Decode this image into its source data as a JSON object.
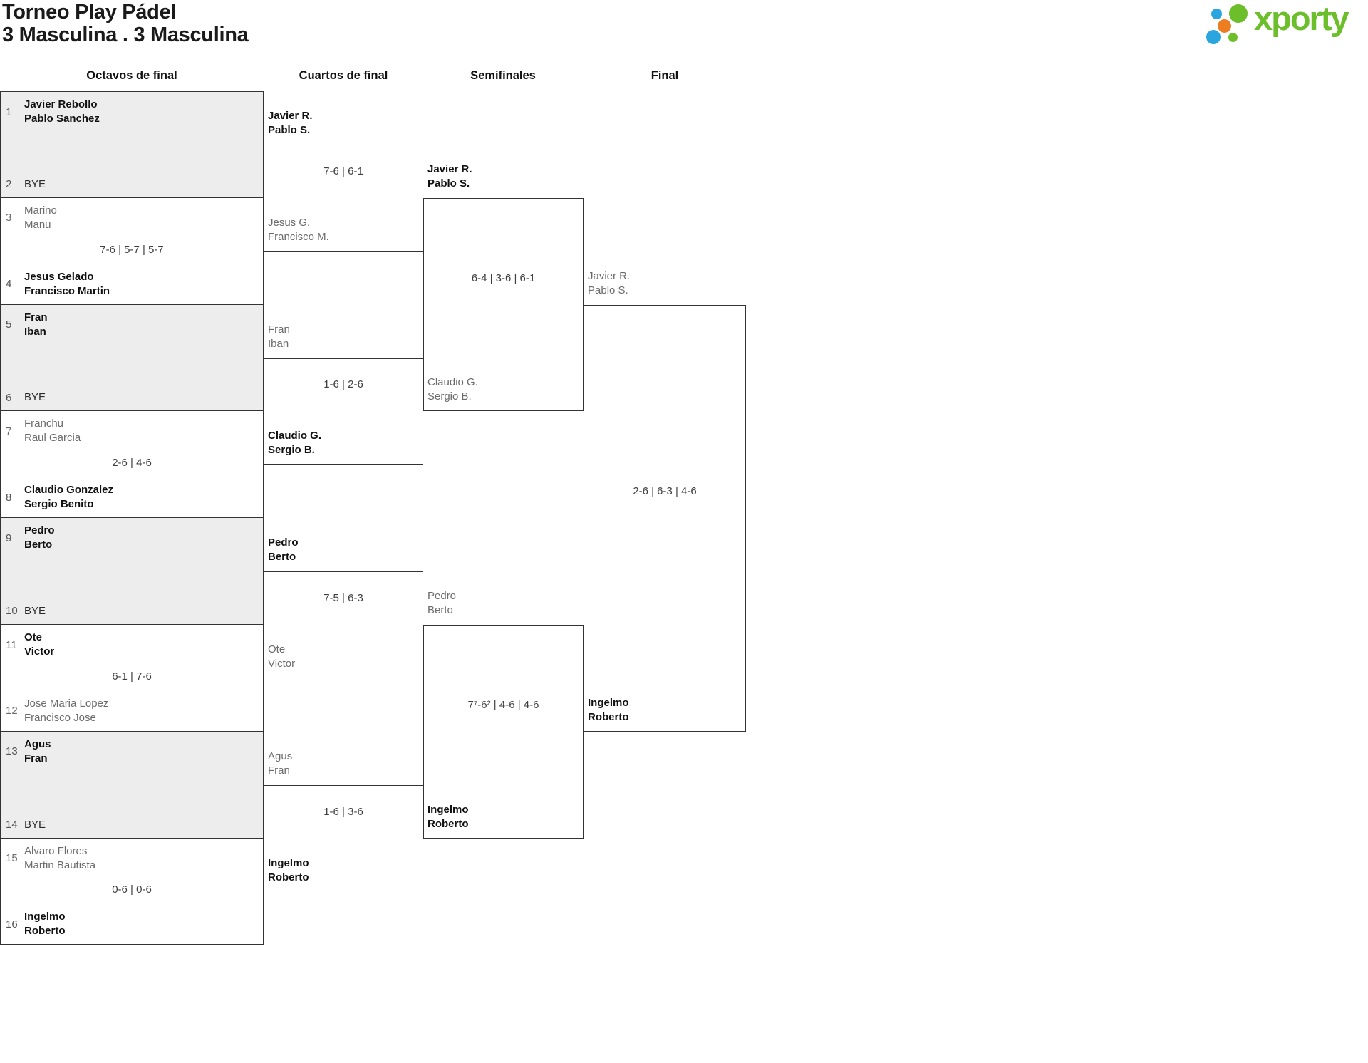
{
  "title": {
    "line1": "Torneo Play Pádel",
    "line2": "3 Masculina . 3 Masculina"
  },
  "logo": {
    "text": "xporty",
    "colors": {
      "green": "#6cbe2b",
      "blue": "#2aa5de",
      "orange": "#ec7d21"
    }
  },
  "round_headers": [
    "Octavos de final",
    "Cuartos de final",
    "Semifinales",
    "Final"
  ],
  "status_colors": {
    "winner_text": "#111111",
    "loser_text": "#6b6b6b",
    "bye_text": "#2b2b2b",
    "score_text": "#3f3f3f",
    "box_border": "#333333",
    "bye_background": "#ededed"
  },
  "rounds": {
    "octavos": [
      {
        "bye": true,
        "score": "",
        "slots": [
          {
            "seed": "1",
            "names": [
              "Javier Rebollo",
              "Pablo Sanchez"
            ],
            "result": "winner"
          },
          {
            "seed": "2",
            "names": [
              "BYE"
            ],
            "result": "bye"
          }
        ]
      },
      {
        "bye": false,
        "score": "7-6 | 5-7 | 5-7",
        "slots": [
          {
            "seed": "3",
            "names": [
              "Marino",
              "Manu"
            ],
            "result": "loser"
          },
          {
            "seed": "4",
            "names": [
              "Jesus Gelado",
              "Francisco Martin"
            ],
            "result": "winner"
          }
        ]
      },
      {
        "bye": true,
        "score": "",
        "slots": [
          {
            "seed": "5",
            "names": [
              "Fran",
              "Iban"
            ],
            "result": "winner"
          },
          {
            "seed": "6",
            "names": [
              "BYE"
            ],
            "result": "bye"
          }
        ]
      },
      {
        "bye": false,
        "score": "2-6 | 4-6",
        "slots": [
          {
            "seed": "7",
            "names": [
              "Franchu",
              "Raul Garcia"
            ],
            "result": "loser"
          },
          {
            "seed": "8",
            "names": [
              "Claudio Gonzalez",
              "Sergio Benito"
            ],
            "result": "winner"
          }
        ]
      },
      {
        "bye": true,
        "score": "",
        "slots": [
          {
            "seed": "9",
            "names": [
              "Pedro",
              "Berto"
            ],
            "result": "winner"
          },
          {
            "seed": "10",
            "names": [
              "BYE"
            ],
            "result": "bye"
          }
        ]
      },
      {
        "bye": false,
        "score": "6-1 | 7-6",
        "slots": [
          {
            "seed": "11",
            "names": [
              "Ote",
              "Victor"
            ],
            "result": "winner"
          },
          {
            "seed": "12",
            "names": [
              "Jose Maria Lopez",
              "Francisco Jose"
            ],
            "result": "loser"
          }
        ]
      },
      {
        "bye": true,
        "score": "",
        "slots": [
          {
            "seed": "13",
            "names": [
              "Agus",
              "Fran"
            ],
            "result": "winner"
          },
          {
            "seed": "14",
            "names": [
              "BYE"
            ],
            "result": "bye"
          }
        ]
      },
      {
        "bye": false,
        "score": "0-6 | 0-6",
        "slots": [
          {
            "seed": "15",
            "names": [
              "Alvaro Flores",
              "Martin Bautista"
            ],
            "result": "loser"
          },
          {
            "seed": "16",
            "names": [
              "Ingelmo",
              "Roberto"
            ],
            "result": "winner"
          }
        ]
      }
    ],
    "cuartos": [
      {
        "score": "7-6 | 6-1",
        "slots": [
          {
            "names": [
              "Javier R.",
              "Pablo S."
            ],
            "result": "winner"
          },
          {
            "names": [
              "Jesus G.",
              "Francisco M."
            ],
            "result": "loser"
          }
        ]
      },
      {
        "score": "1-6 | 2-6",
        "slots": [
          {
            "names": [
              "Fran",
              "Iban"
            ],
            "result": "loser"
          },
          {
            "names": [
              "Claudio G.",
              "Sergio B."
            ],
            "result": "winner"
          }
        ]
      },
      {
        "score": "7-5 | 6-3",
        "slots": [
          {
            "names": [
              "Pedro",
              "Berto"
            ],
            "result": "winner"
          },
          {
            "names": [
              "Ote",
              "Victor"
            ],
            "result": "loser"
          }
        ]
      },
      {
        "score": "1-6 | 3-6",
        "slots": [
          {
            "names": [
              "Agus",
              "Fran"
            ],
            "result": "loser"
          },
          {
            "names": [
              "Ingelmo",
              "Roberto"
            ],
            "result": "winner"
          }
        ]
      }
    ],
    "semifinales": [
      {
        "score": "6-4 | 3-6 | 6-1",
        "slots": [
          {
            "names": [
              "Javier R.",
              "Pablo S."
            ],
            "result": "winner"
          },
          {
            "names": [
              "Claudio G.",
              "Sergio B."
            ],
            "result": "loser"
          }
        ]
      },
      {
        "score": "7⁷-6² | 4-6 | 4-6",
        "slots": [
          {
            "names": [
              "Pedro",
              "Berto"
            ],
            "result": "loser"
          },
          {
            "names": [
              "Ingelmo",
              "Roberto"
            ],
            "result": "winner"
          }
        ]
      }
    ],
    "final": [
      {
        "score": "2-6 | 6-3 | 4-6",
        "slots": [
          {
            "names": [
              "Javier R.",
              "Pablo S."
            ],
            "result": "loser"
          },
          {
            "names": [
              "Ingelmo",
              "Roberto"
            ],
            "result": "winner"
          }
        ]
      }
    ]
  }
}
